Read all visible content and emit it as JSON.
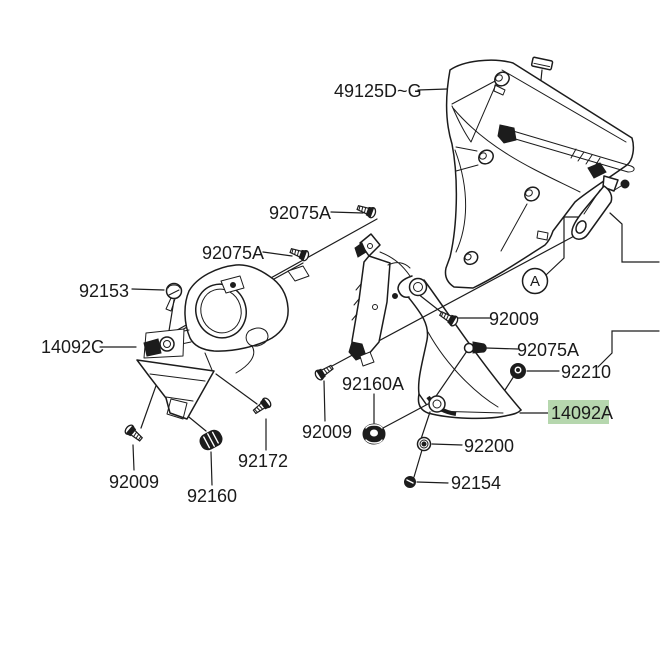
{
  "diagram": {
    "type": "exploded-parts-diagram",
    "background_color": "#ffffff",
    "line_color": "#1c1c1c",
    "highlight_color": "#b6d7ae",
    "detail_marker": "A",
    "labels": [
      {
        "id": "49125dg",
        "text": "49125D~G",
        "highlighted": false
      },
      {
        "id": "92075a-top",
        "text": "92075A",
        "highlighted": false
      },
      {
        "id": "92075a-mid",
        "text": "92075A",
        "highlighted": false
      },
      {
        "id": "92153",
        "text": "92153",
        "highlighted": false
      },
      {
        "id": "14092c",
        "text": "14092C",
        "highlighted": false
      },
      {
        "id": "92009-right",
        "text": "92009",
        "highlighted": false
      },
      {
        "id": "92075a-right",
        "text": "92075A",
        "highlighted": false
      },
      {
        "id": "92210",
        "text": "92210",
        "highlighted": false
      },
      {
        "id": "14092a",
        "text": "14092A",
        "highlighted": true
      },
      {
        "id": "92160a",
        "text": "92160A",
        "highlighted": false
      },
      {
        "id": "92009-mid",
        "text": "92009",
        "highlighted": false
      },
      {
        "id": "92200",
        "text": "92200",
        "highlighted": false
      },
      {
        "id": "92154",
        "text": "92154",
        "highlighted": false
      },
      {
        "id": "92009-left",
        "text": "92009",
        "highlighted": false
      },
      {
        "id": "92160",
        "text": "92160",
        "highlighted": false
      },
      {
        "id": "92172",
        "text": "92172",
        "highlighted": false
      }
    ]
  }
}
